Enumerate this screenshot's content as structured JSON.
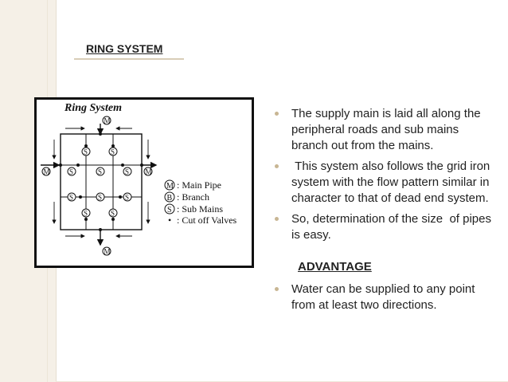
{
  "slide": {
    "title": "RING SYSTEM",
    "bullets": [
      "The supply main is laid all along the peripheral roads and sub mains branch out from the mains.",
      " This system also follows the grid iron system with the flow pattern similar in character to that of dead end system.",
      "So, determination of the size  of pipes is easy."
    ],
    "advantage_heading": "ADVANTAGE",
    "advantage_bullets": [
      "Water can be supplied to any point from at least two directions."
    ]
  },
  "diagram": {
    "title": "Ring System",
    "legend": [
      {
        "symbol": "M",
        "label": ": Main Pipe"
      },
      {
        "symbol": "B",
        "label": ": Branch"
      },
      {
        "symbol": "S",
        "label": ": Sub Mains"
      },
      {
        "symbol": "•",
        "label": ": Cut off Valves"
      }
    ],
    "node_letters": {
      "main": "M",
      "sub": "S"
    }
  },
  "colors": {
    "band": "#f5f0e7",
    "bullet": "#c8b693",
    "line": "#111111"
  }
}
